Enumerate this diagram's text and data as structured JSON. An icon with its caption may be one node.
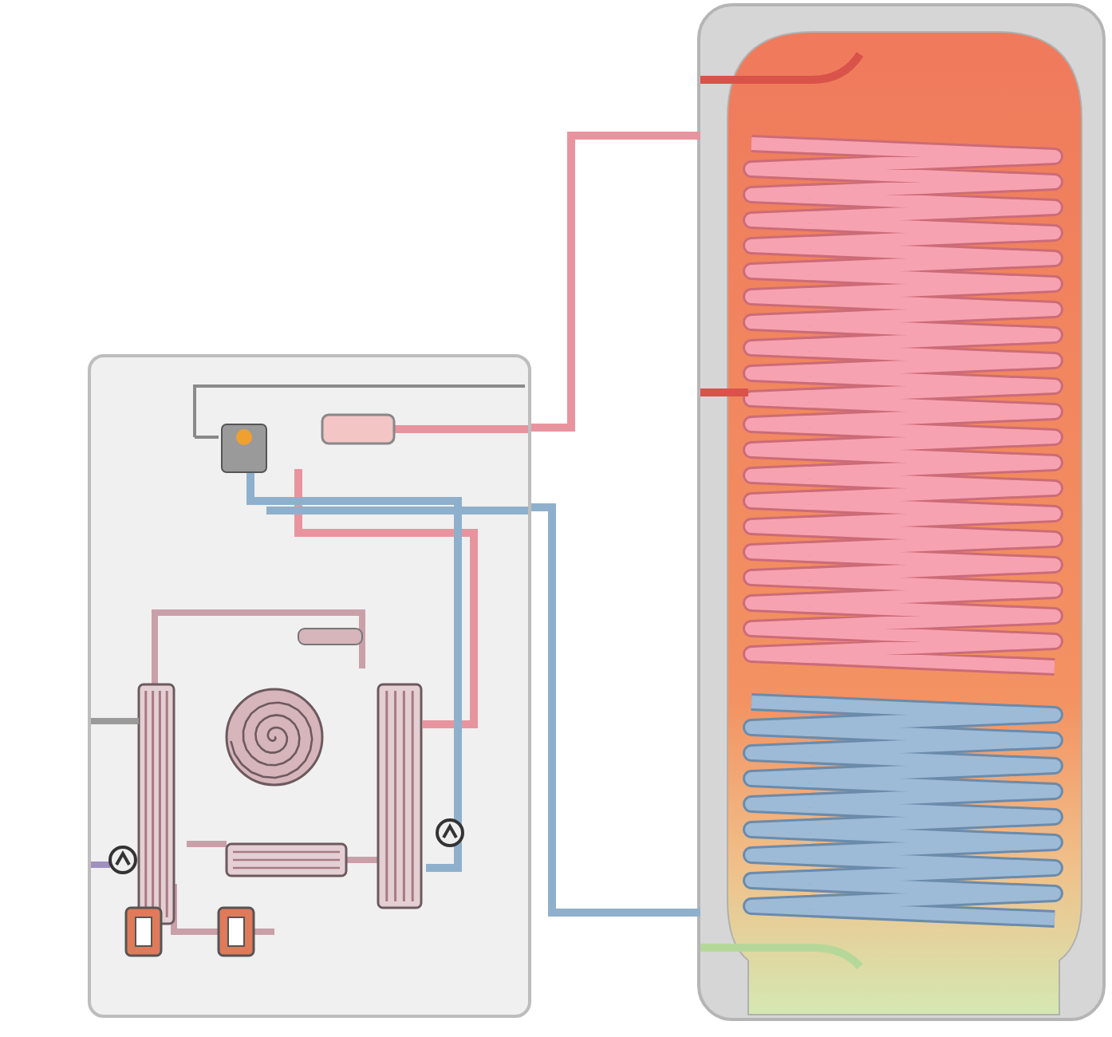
{
  "diagram": {
    "nodes": [
      {
        "text": [],
        "shape": "box"
      },
      {
        "text": [],
        "shape": "cylinder"
      }
    ],
    "edges": [
      {
        "from": 0,
        "to": 1,
        "arrow": "none",
        "color": "#e8949e"
      },
      {
        "from": 0,
        "to": 1,
        "arrow": "none",
        "color": "#8fb0cc"
      }
    ]
  }
}
